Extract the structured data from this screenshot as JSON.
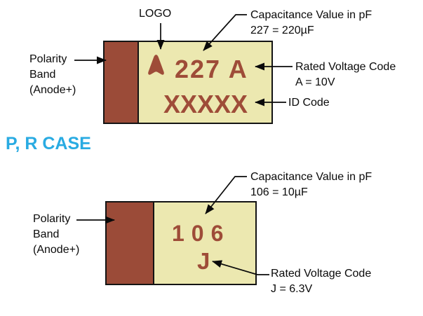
{
  "title": "P, R CASE",
  "colors": {
    "band": "#9B4B38",
    "body": "#ECE8B0",
    "marking": "#9E4C38",
    "case_title": "#29ABE2",
    "line": "#0A0A0A"
  },
  "top_capacitor": {
    "logo_label": "LOGO",
    "logo_icon": "avx-arrowhead-logo",
    "polarity_label": [
      "Polarity",
      "Band",
      "(Anode+)"
    ],
    "capacitance_label": [
      "Capacitance Value in pF",
      "227 = 220µF"
    ],
    "voltage_label": [
      "Rated Voltage Code",
      "A = 10V"
    ],
    "id_label": "ID Code",
    "marking": "227 A",
    "id_marking": "XXXXX"
  },
  "bottom_capacitor": {
    "polarity_label": [
      "Polarity",
      "Band",
      "(Anode+)"
    ],
    "capacitance_label": [
      "Capacitance Value in pF",
      "106 = 10µF"
    ],
    "voltage_label": [
      "Rated Voltage Code",
      "J = 6.3V"
    ],
    "marking": "106",
    "voltage_marking": "J"
  }
}
